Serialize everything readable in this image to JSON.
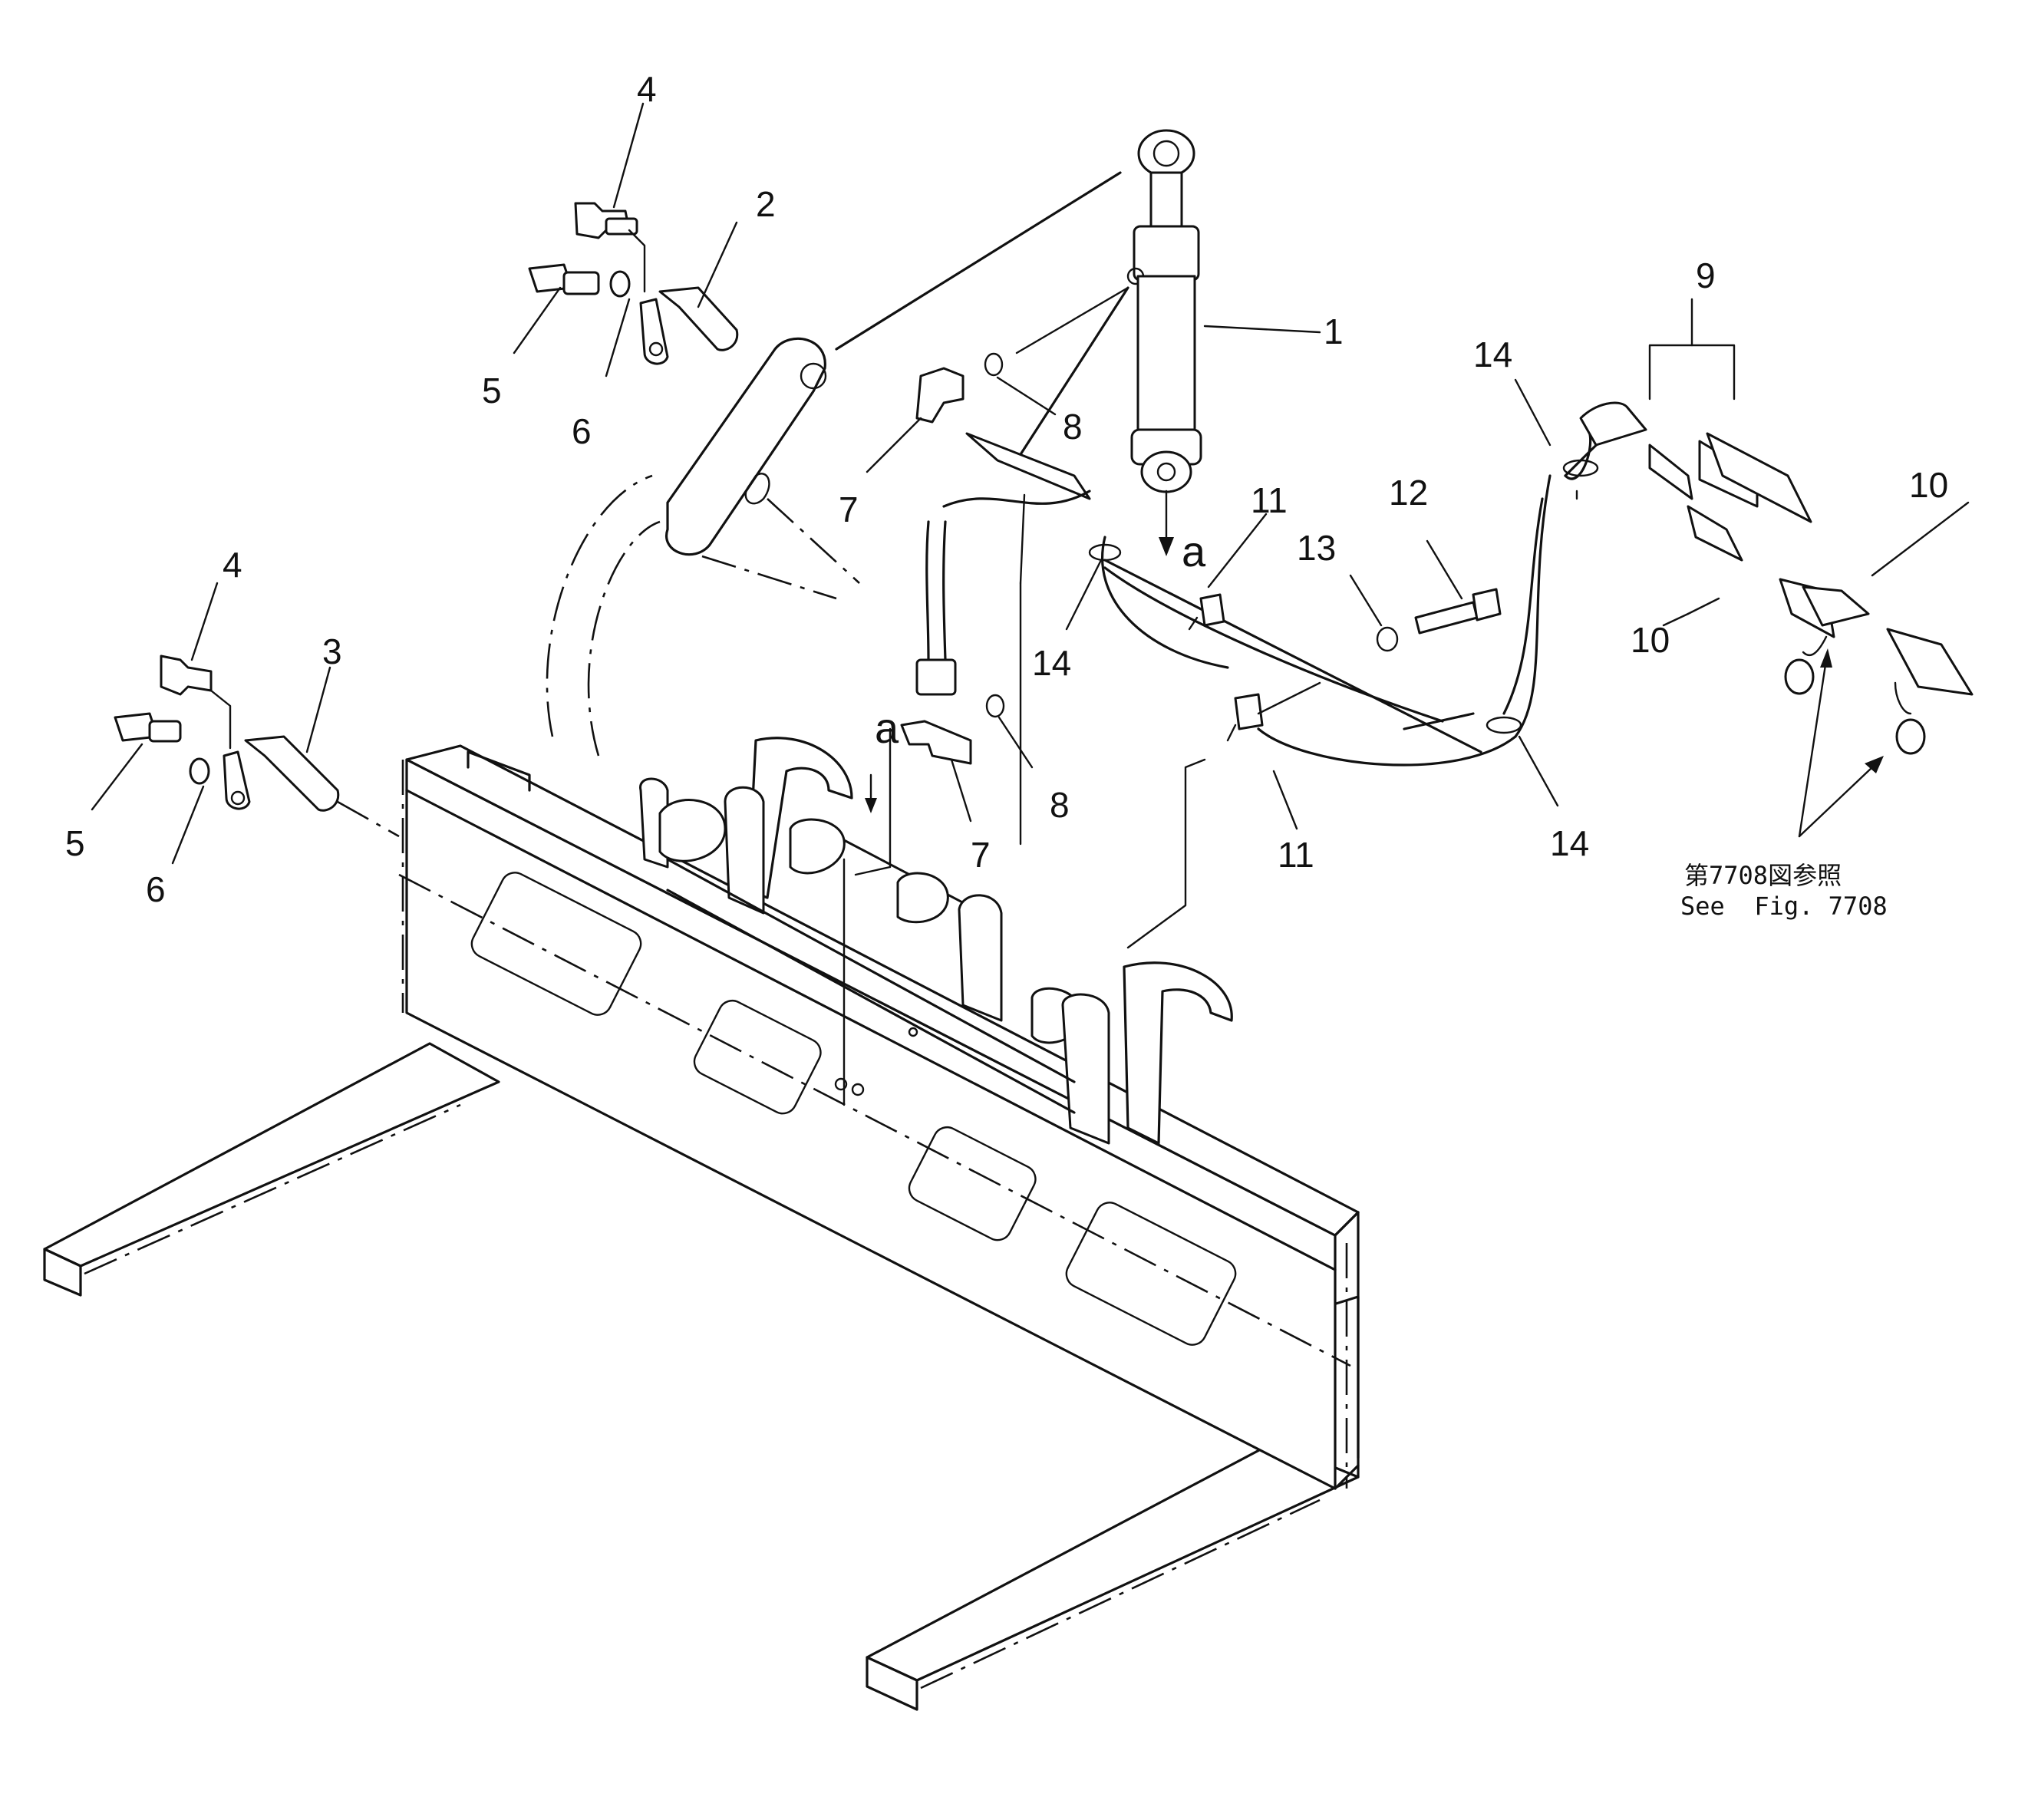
{
  "callouts": {
    "c1": "1",
    "c2": "2",
    "c3": "3",
    "c4a": "4",
    "c4b": "4",
    "c5a": "5",
    "c5b": "5",
    "c6a": "6",
    "c6b": "6",
    "c7a": "7",
    "c7b": "7",
    "c8a": "8",
    "c8b": "8",
    "c9": "9",
    "c10a": "10",
    "c10b": "10",
    "c11a": "11",
    "c11b": "11",
    "c12": "12",
    "c13": "13",
    "c14a": "14",
    "c14b": "14",
    "c14c": "14"
  },
  "connection_marks": {
    "a1": "a",
    "a2": "a"
  },
  "reference_note": {
    "jp": "第7708図参照",
    "en": "See  Fig. 7708"
  }
}
